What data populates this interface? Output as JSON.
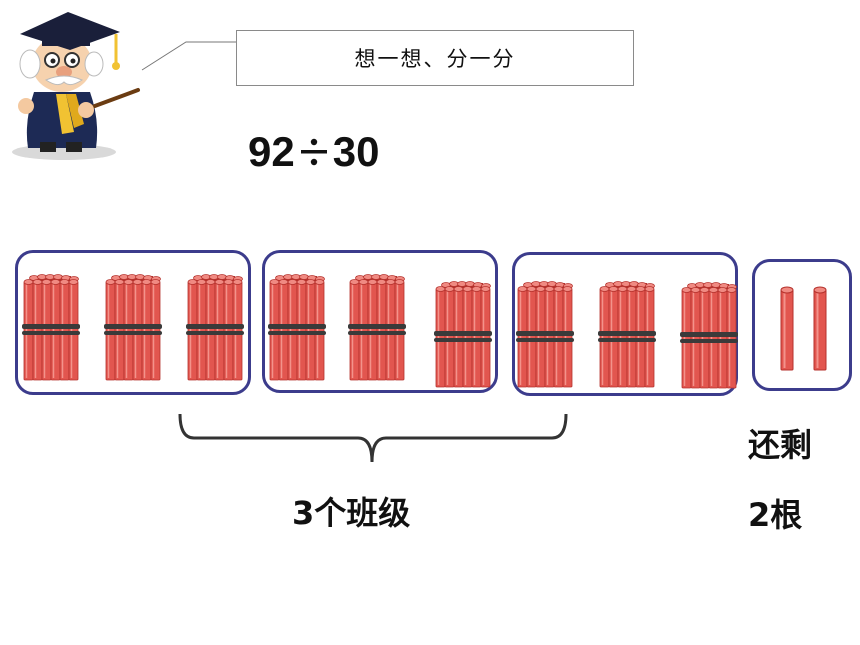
{
  "speech": {
    "text": "想一想、分一分"
  },
  "equation": {
    "dividend": "92",
    "operator": "÷",
    "divisor": "30"
  },
  "groups": {
    "count": 3,
    "bundles_per_group": 3
  },
  "remainder": {
    "sticks": 2,
    "label_line1": "还剩",
    "label_line2": "2根"
  },
  "brace": {
    "label": "3个班级"
  },
  "colors": {
    "stick": "#e2564f",
    "stick_dark": "#b5322d",
    "stick_top": "#f08a82",
    "band": "#3a3a3a",
    "box_border": "#3c3c8c"
  },
  "icons": {
    "teacher": "professor-with-pointer-icon",
    "bundle": "stick-bundle-icon",
    "single": "single-stick-icon"
  }
}
